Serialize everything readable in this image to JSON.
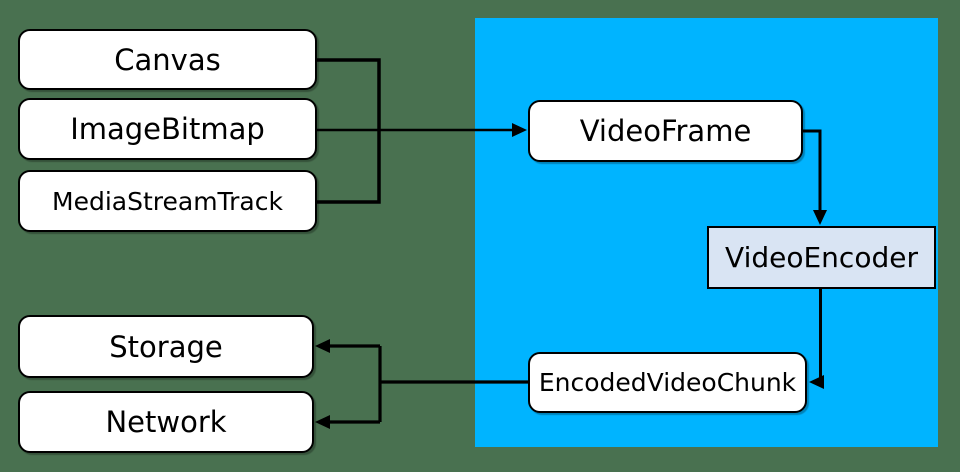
{
  "colors": {
    "background": "#497150",
    "region": "#00B4FF",
    "node_fill": "#FFFFFF",
    "encoder_fill": "#D9E4F3",
    "line": "#000000"
  },
  "nodes": {
    "canvas": {
      "label": "Canvas"
    },
    "imagebitmap": {
      "label": "ImageBitmap"
    },
    "mediastreamtrack": {
      "label": "MediaStreamTrack"
    },
    "videoframe": {
      "label": "VideoFrame"
    },
    "videoencoder": {
      "label": "VideoEncoder"
    },
    "encodedvideochunk": {
      "label": "EncodedVideoChunk"
    },
    "storage": {
      "label": "Storage"
    },
    "network": {
      "label": "Network"
    }
  },
  "edges": [
    {
      "from": "Canvas",
      "to": "VideoFrame"
    },
    {
      "from": "ImageBitmap",
      "to": "VideoFrame"
    },
    {
      "from": "MediaStreamTrack",
      "to": "VideoFrame"
    },
    {
      "from": "VideoFrame",
      "to": "VideoEncoder"
    },
    {
      "from": "VideoEncoder",
      "to": "EncodedVideoChunk"
    },
    {
      "from": "EncodedVideoChunk",
      "to": "Storage"
    },
    {
      "from": "EncodedVideoChunk",
      "to": "Network"
    }
  ]
}
